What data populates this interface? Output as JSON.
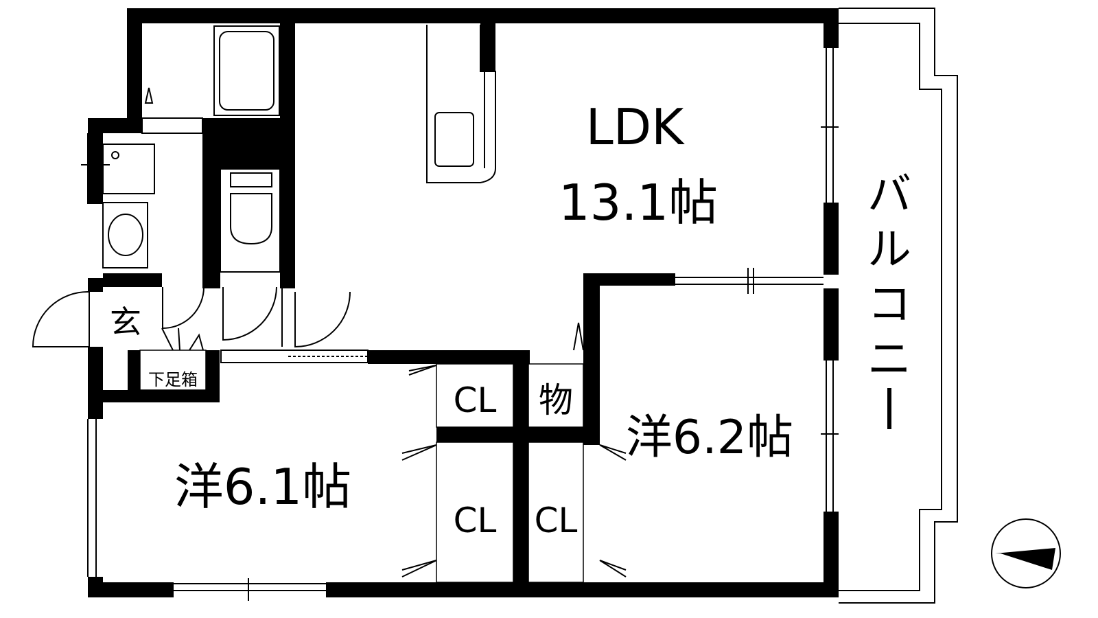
{
  "rooms": {
    "ldk_name": "LDK",
    "ldk_size": "13.1帖",
    "western_left": "洋6.1帖",
    "western_right": "洋6.2帖",
    "entrance": "玄",
    "shoe_box": "下足箱",
    "storage": "物",
    "closet_top": "CL",
    "closet_bottom_left": "CL",
    "closet_bottom_right": "CL",
    "balcony": [
      "バ",
      "ル",
      "コ",
      "ニ",
      "ー"
    ]
  },
  "colors": {
    "wall": "#000000",
    "background": "#ffffff",
    "line": "#000000"
  },
  "compass": {
    "icon": "north-arrow-icon"
  }
}
